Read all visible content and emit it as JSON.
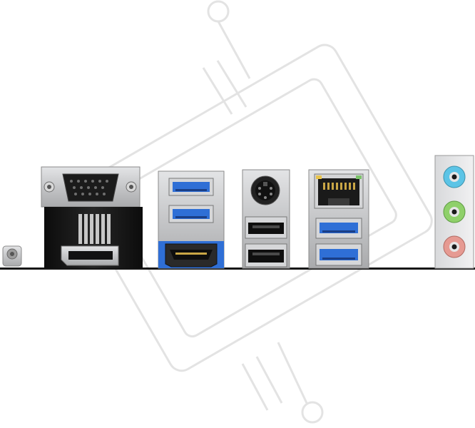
{
  "scene": {
    "subject": "motherboard-rear-io-panel",
    "ports": [
      {
        "id": "clear-cmos-button",
        "kind": "button"
      },
      {
        "id": "vga-port",
        "kind": "vga"
      },
      {
        "id": "displayport",
        "kind": "displayport"
      },
      {
        "id": "usb3-stack-top",
        "kind": "usb3",
        "count": 2
      },
      {
        "id": "hdmi-port",
        "kind": "hdmi"
      },
      {
        "id": "ps2-port",
        "kind": "ps2"
      },
      {
        "id": "usb2-stack",
        "kind": "usb2",
        "count": 2
      },
      {
        "id": "ethernet-port",
        "kind": "rj45"
      },
      {
        "id": "usb3-stack-bottom",
        "kind": "usb3",
        "count": 2
      },
      {
        "id": "audio-jacks",
        "kind": "audio",
        "count": 3
      }
    ],
    "colors": {
      "usb3_blue": "#2f6fd6",
      "audio_line_in": "#5cc4e6",
      "audio_line_out": "#8fd06a",
      "audio_mic": "#e69a92",
      "metal": "#c9cacc",
      "black": "#151515",
      "watermark": "#e6e6e6"
    }
  }
}
